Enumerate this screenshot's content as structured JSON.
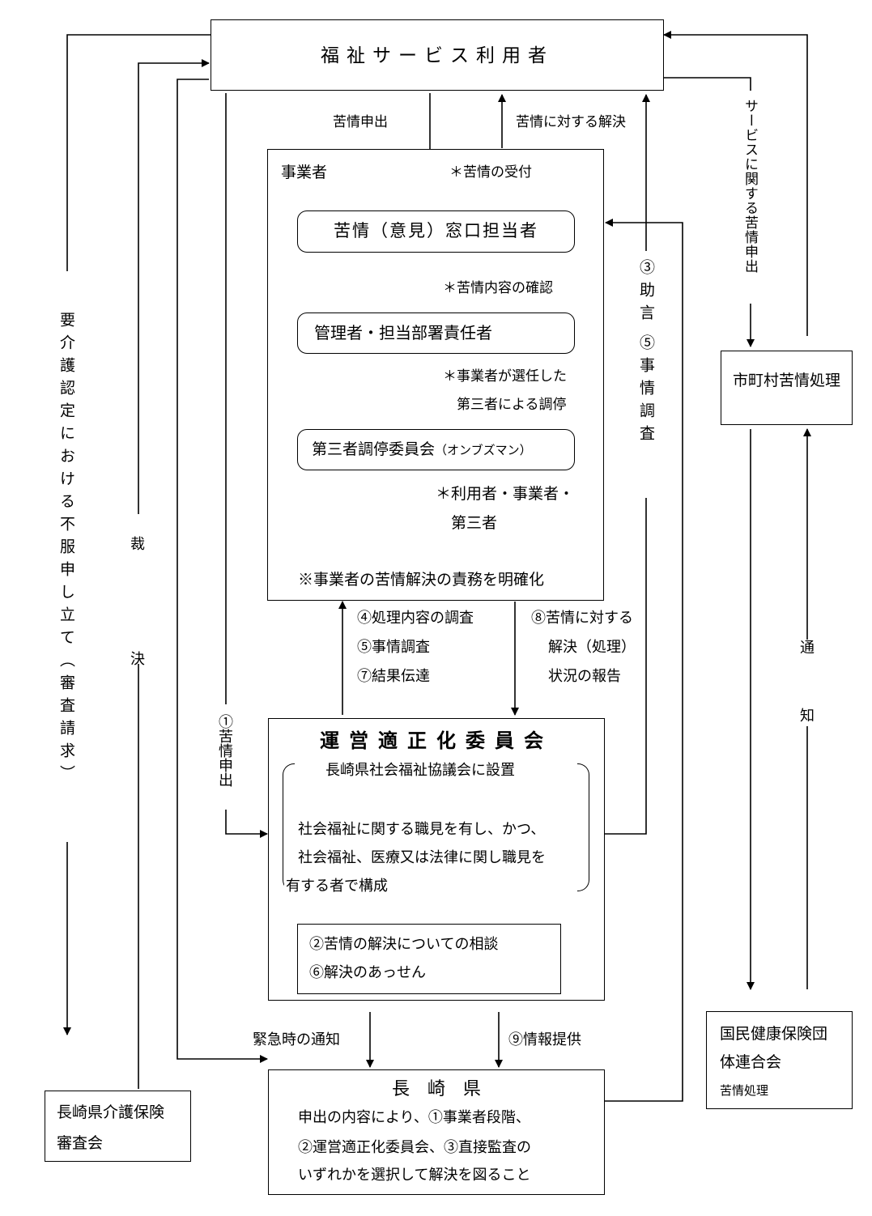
{
  "nodes": {
    "user": "福祉サービス利用者",
    "jigyosha_label": "事業者",
    "madoguchi": "苦情（意見）窓口担当者",
    "kanrisha": "管理者・担当部署責任者",
    "daisansha_main": "第三者調停委員会",
    "daisansha_sub": "（オンブズマン）",
    "shichoson": "市町村苦情処理",
    "kokuho_line1": "国民健康保険団",
    "kokuho_line2": "体連合会",
    "kokuho_sub": "苦情処理",
    "unei_title": "運営適正化委員会",
    "unei_sub": "長崎県社会福祉協議会に設置",
    "unei_desc": [
      "社会福祉に関する職見を有し、かつ、",
      "社会福祉、医療又は法律に関し職見を",
      "有する者で構成"
    ],
    "unei_inner": [
      "②苦情の解決についての相談",
      "⑥解決のあっせん"
    ],
    "nagasaki_title": "長　崎　県",
    "nagasaki_desc": [
      "申出の内容により、①事業者段階、",
      "②運営適正化委員会、③直接監査の",
      "いずれかを選択して解決を図ること"
    ],
    "shinsakai_line1": "長崎県介護保険",
    "shinsakai_line2": "審査会"
  },
  "labels": {
    "kujo_moushide": "苦情申出",
    "kaiketsu": "苦情に対する解決",
    "uketsuke": "＊苦情の受付",
    "naiyo_kakunin": "＊苦情内容の確認",
    "sennin_1": "＊事業者が選任した",
    "sennin_2": "第三者による調停",
    "sansha_1": "＊利用者・事業者・",
    "sansha_2": "第三者",
    "sekimu": "※事業者の苦情解決の責務を明確化",
    "josgen": "③助言",
    "jijo_chosa": "⑤事情調査",
    "service_kujo": "サービスに関する苦情申出",
    "fufuku": "要介護認定における不服申し立て（審査請求）",
    "saiketsu_1": "裁",
    "saiketsu_2": "決",
    "shori_1": "④処理内容の調査",
    "shori_2": "⑤事情調査",
    "shori_3": "⑦結果伝達",
    "hokoku_1": "⑧苦情に対する",
    "hokoku_2": "解決（処理）",
    "hokoku_3": "状況の報告",
    "kujo_moushide_1": "①苦情申出",
    "tsuchi_1": "通",
    "tsuchi_2": "知",
    "kinkyu": "緊急時の通知",
    "joho": "⑨情報提供"
  }
}
